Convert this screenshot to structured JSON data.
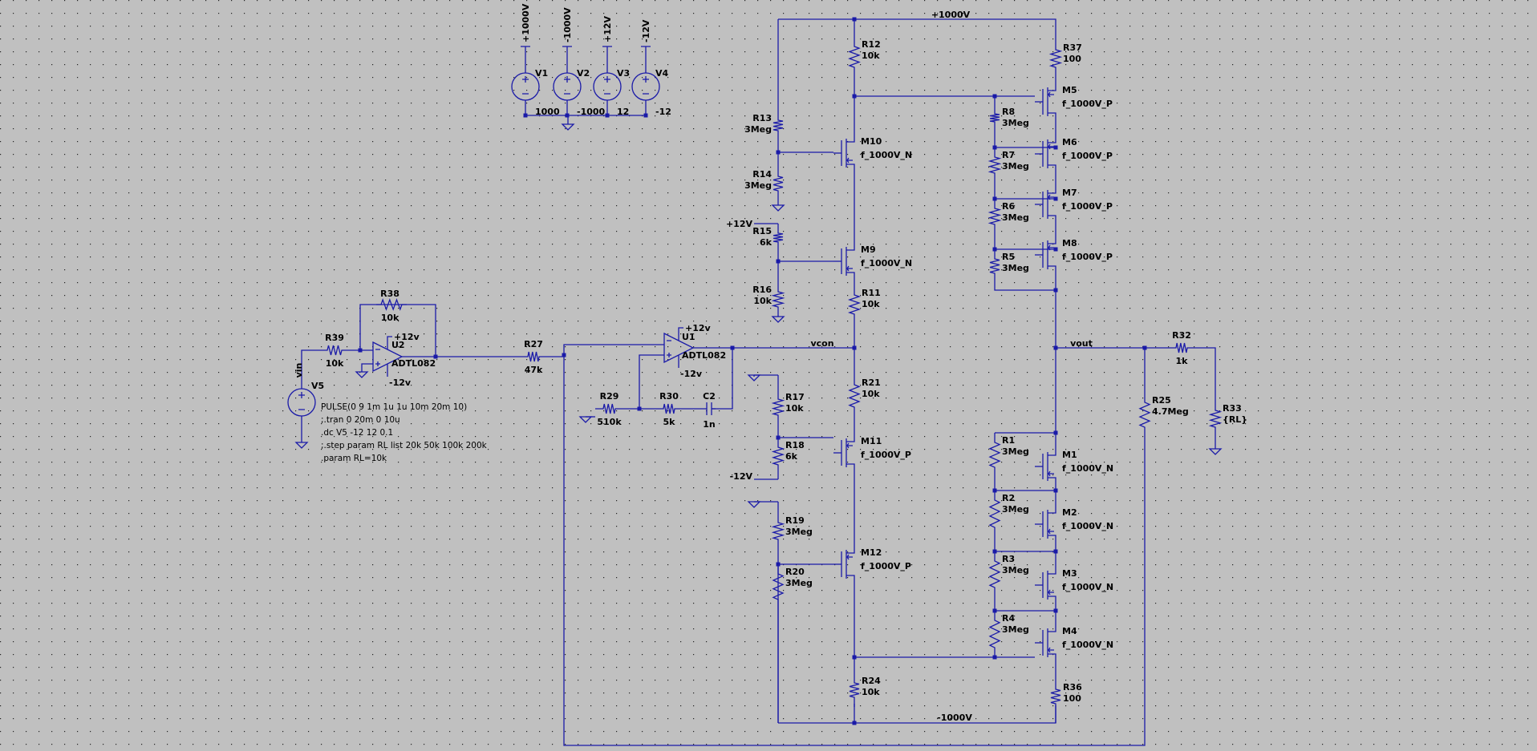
{
  "colors": {
    "background": "#c0c0c0",
    "grid": "#000000",
    "wire": "#1a1aa8",
    "text": "#000000"
  },
  "sources": [
    {
      "ref": "V1",
      "value": "1000",
      "net": "+1000V"
    },
    {
      "ref": "V2",
      "value": "-1000",
      "net": "-1000V"
    },
    {
      "ref": "V3",
      "value": "12",
      "net": "+12V"
    },
    {
      "ref": "V4",
      "value": "-12",
      "net": "-12V"
    }
  ],
  "nets": {
    "rail_pos": "+1000V",
    "rail_neg": "-1000V",
    "pos12_a": "+12V",
    "pos12_b": "+12v",
    "neg12_a": "-12V",
    "neg12_b": "-12v",
    "vcon": "vcon",
    "vout": "vout",
    "vin": "vin"
  },
  "resistors": [
    {
      "ref": "R1",
      "value": "3Meg"
    },
    {
      "ref": "R2",
      "value": "3Meg"
    },
    {
      "ref": "R3",
      "value": "3Meg"
    },
    {
      "ref": "R4",
      "value": "3Meg"
    },
    {
      "ref": "R5",
      "value": "3Meg"
    },
    {
      "ref": "R6",
      "value": "3Meg"
    },
    {
      "ref": "R7",
      "value": "3Meg"
    },
    {
      "ref": "R8",
      "value": "3Meg"
    },
    {
      "ref": "R11",
      "value": "10k"
    },
    {
      "ref": "R12",
      "value": "10k"
    },
    {
      "ref": "R13",
      "value": "3Meg"
    },
    {
      "ref": "R14",
      "value": "3Meg"
    },
    {
      "ref": "R15",
      "value": "6k"
    },
    {
      "ref": "R16",
      "value": "10k"
    },
    {
      "ref": "R17",
      "value": "10k"
    },
    {
      "ref": "R18",
      "value": "6k"
    },
    {
      "ref": "R19",
      "value": "3Meg"
    },
    {
      "ref": "R20",
      "value": "3Meg"
    },
    {
      "ref": "R21",
      "value": "10k"
    },
    {
      "ref": "R24",
      "value": "10k"
    },
    {
      "ref": "R25",
      "value": "4.7Meg"
    },
    {
      "ref": "R27",
      "value": "47k"
    },
    {
      "ref": "R29",
      "value": "510k"
    },
    {
      "ref": "R30",
      "value": "5k"
    },
    {
      "ref": "R32",
      "value": "1k"
    },
    {
      "ref": "R33",
      "value": "{RL}"
    },
    {
      "ref": "R36",
      "value": "100"
    },
    {
      "ref": "R37",
      "value": "100"
    },
    {
      "ref": "R38",
      "value": "10k"
    },
    {
      "ref": "R39",
      "value": "10k"
    }
  ],
  "capacitors": [
    {
      "ref": "C2",
      "value": "1n"
    }
  ],
  "mosfets": [
    {
      "ref": "M1",
      "model": "f_1000V_N"
    },
    {
      "ref": "M2",
      "model": "f_1000V_N"
    },
    {
      "ref": "M3",
      "model": "f_1000V_N"
    },
    {
      "ref": "M4",
      "model": "f_1000V_N"
    },
    {
      "ref": "M5",
      "model": "f_1000V_P"
    },
    {
      "ref": "M6",
      "model": "f_1000V_P"
    },
    {
      "ref": "M7",
      "model": "f_1000V_P"
    },
    {
      "ref": "M8",
      "model": "f_1000V_P"
    },
    {
      "ref": "M9",
      "model": "f_1000V_N"
    },
    {
      "ref": "M10",
      "model": "f_1000V_N"
    },
    {
      "ref": "M11",
      "model": "f_1000V_P"
    },
    {
      "ref": "M12",
      "model": "f_1000V_P"
    }
  ],
  "opamps": [
    {
      "ref": "U1",
      "model": "ADTL082",
      "vpos": "+12v",
      "vneg": "-12v"
    },
    {
      "ref": "U2",
      "model": "ADTL082",
      "vpos": "+12v",
      "vneg": "-12v"
    }
  ],
  "input_source": {
    "ref": "V5",
    "value": "PULSE(0 9 1m 1u 1u 10m 20m 10)"
  },
  "directives": [
    ";.tran 0 20m 0 10u",
    ".dc V5 -12 12 0.1",
    ";.step param RL list 20k 50k 100k 200k",
    ".param RL=10k"
  ]
}
